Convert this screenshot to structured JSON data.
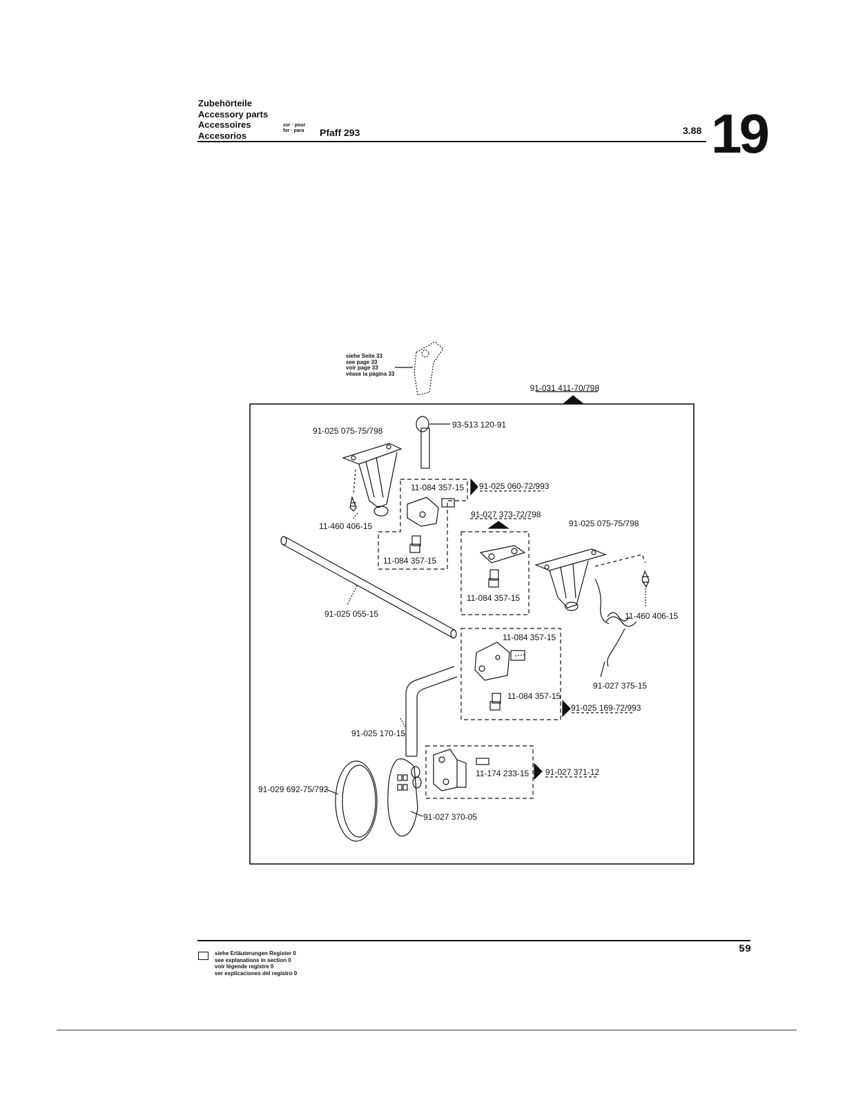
{
  "header": {
    "titles": [
      "Zubehörteile",
      "Accessory parts",
      "Accessoires",
      "Accesorios"
    ],
    "for_labels": [
      "zur · pour",
      "for · para"
    ],
    "model": "Pfaff 293",
    "date": "3.88",
    "section_number": "19"
  },
  "see_page": [
    "siehe Seite 33",
    "see page 33",
    "voir page 33",
    "véase la pàgina 33"
  ],
  "parts": {
    "assembly_top": "91-031 411-70/798",
    "bracket_left": "91-025 075-75/798",
    "knob": "93-513 120-91",
    "screw_left": "11-460 406-15",
    "clamp_set_1": "91-025 060-72/993",
    "clamp1_screw_a": "11-084 357-15",
    "clamp1_screw_b": "11-084 357-15",
    "holder_set": "91-027 373-72/798",
    "holder_screw": "11-084 357-15",
    "bracket_right": "91-025 075-75/798",
    "screw_right": "11-460 406-15",
    "rod": "91-025 055-15",
    "spring": "91-027 375-15",
    "clamp_set_2": "91-025 169-72/993",
    "clamp2_screw_a": "11-084 357-15",
    "clamp2_screw_b": "11-084 357-15",
    "bent_rod": "91-025 170-15",
    "mirror": "91-029 692-75/792",
    "mirror_holder": "91-027 370-05",
    "bracket_set": "91-027 371-12",
    "bracket_screw": "11-174 233-15"
  },
  "legend": [
    "siehe Erläuterungen Register 0",
    "see explanations in section 0",
    "voir légende registre 0",
    "ver explicaciones del registro 0"
  ],
  "page_number": "59"
}
